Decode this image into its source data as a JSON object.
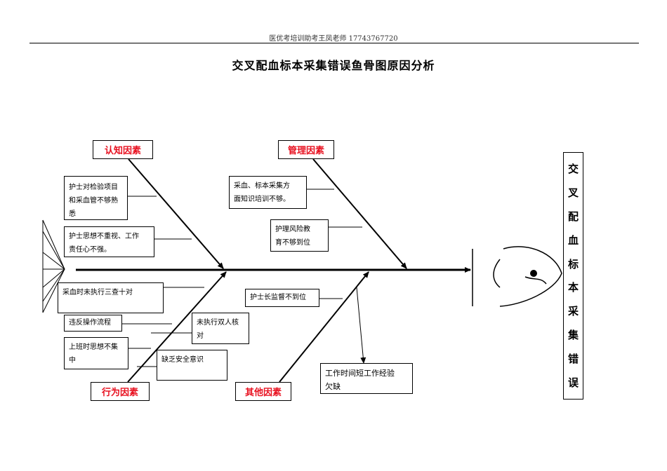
{
  "header": {
    "text": "医优考培训助考王凤老师 17743767720"
  },
  "title": "交叉配血标本采集错误鱼骨图原因分析",
  "categories": {
    "cognition": "认知因素",
    "management": "管理因素",
    "behavior": "行为因素",
    "other": "其他因素"
  },
  "causes": {
    "c1": "护士对检验项目\n和采血管不够熟\n悉",
    "c2": "护士思想不重视、工作\n责任心不强。",
    "c3": "采血时未执行三查十对",
    "c4": "违反操作流程",
    "c5": "上班时思想不集\n中",
    "c6": "未执行双人核\n对",
    "c7": "缺乏安全意识",
    "m1": "采血、标本采集方\n面知识培训不够。",
    "m2": "护理风险教\n育不够到位",
    "o1": "护士长监督不到位",
    "o2": "工作时间短工作经验\n欠缺"
  },
  "effect": [
    "交",
    "叉",
    "配",
    "血",
    "标",
    "本",
    "采",
    "集",
    "错",
    "误"
  ],
  "colors": {
    "category_text": "#e8101f",
    "line": "#000000"
  }
}
